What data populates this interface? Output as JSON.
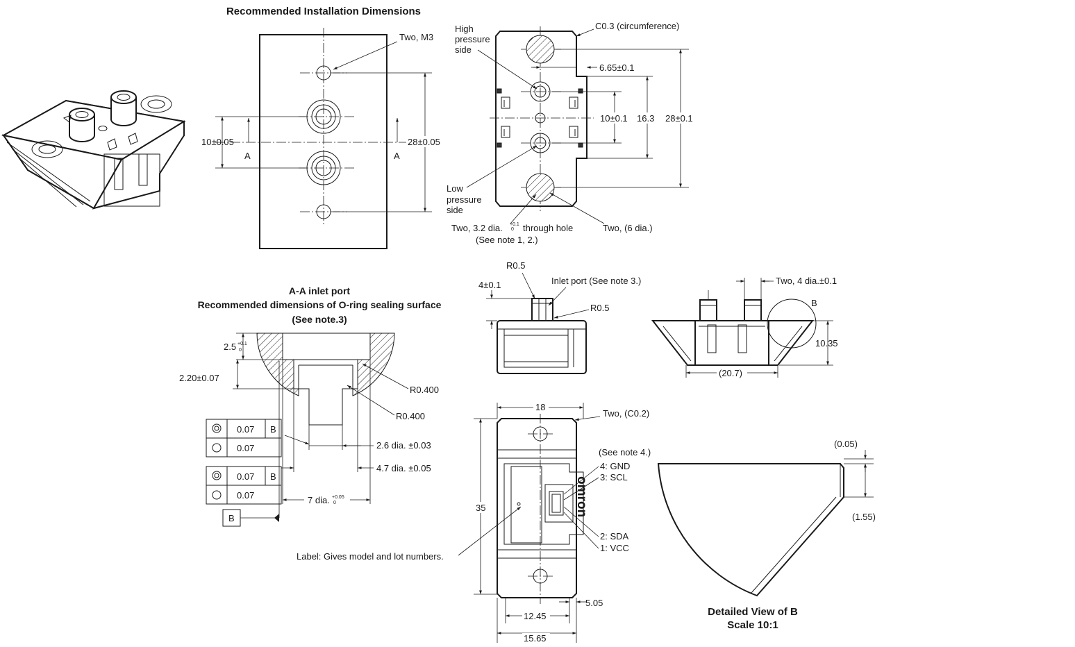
{
  "titles": {
    "installation": "Recommended Installation Dimensions",
    "section_line1": "A-A inlet port",
    "section_line2": "Recommended dimensions of O-ring sealing surface",
    "section_line3": "(See note.3)",
    "detail_line1": "Detailed View of B",
    "detail_line2": "Scale 10:1"
  },
  "installation": {
    "two_m3": "Two, M3",
    "dim_10": "10±0.05",
    "dim_28": "28±0.05",
    "section_mark": "A"
  },
  "top_view": {
    "chamfer": "C0.3 (circumference)",
    "high_pressure": [
      "High",
      "pressure",
      "side"
    ],
    "low_pressure": [
      "Low",
      "pressure",
      "side"
    ],
    "dim_665": "6.65±0.1",
    "dim_10": "10±0.1",
    "dim_163": "16.3",
    "dim_28": "28±0.1",
    "hole_note_a": "Two, 3.2 dia.",
    "hole_tol_upper": "+0.1",
    "hole_tol_lower": "0",
    "hole_note_b": "through hole",
    "hole_note_c": "(See note 1, 2.)",
    "six_dia": "Two, (6 dia.)"
  },
  "section": {
    "dim_25": "2.5",
    "dim_25_tol_upper": "+0.1",
    "dim_25_tol_lower": "0",
    "dim_220": "2.20±0.07",
    "radius_1": "R0.400",
    "radius_2": "R0.400",
    "dia_26": "2.6 dia. ±0.03",
    "dia_47": "4.7 dia. ±0.05",
    "dia_7": "7 dia.",
    "dia_7_tol_upper": "+0.05",
    "dia_7_tol_lower": "0",
    "datum": "B",
    "tolerance_frames": [
      {
        "rows": [
          {
            "symbol": "concentricity",
            "value": "0.07",
            "datum": "B"
          },
          {
            "symbol": "circularity",
            "value": "0.07",
            "datum": ""
          }
        ]
      },
      {
        "rows": [
          {
            "symbol": "concentricity",
            "value": "0.07",
            "datum": "B"
          },
          {
            "symbol": "circularity",
            "value": "0.07",
            "datum": ""
          }
        ]
      }
    ]
  },
  "side_view": {
    "r05_top": "R0.5",
    "dim_4": "4±0.1",
    "inlet_port": "Inlet port (See note 3.)",
    "r05_side": "R0.5"
  },
  "front_view": {
    "two_4_dia": "Two, 4 dia.±0.1",
    "detail_mark": "B",
    "dim_1035": "10.35",
    "dim_207": "(20.7)"
  },
  "bottom_view": {
    "dim_18": "18",
    "chamfer": "Two, (C0.2)",
    "note4": "(See note 4.)",
    "pins": [
      "4: GND",
      "3: SCL",
      "2: SDA",
      "1: VCC"
    ],
    "dim_35": "35",
    "label_note": "Label: Gives model and lot numbers.",
    "brand": "omron",
    "dim_505": "5.05",
    "dim_1245": "12.45",
    "dim_1565": "15.65"
  },
  "detail": {
    "dim_005": "(0.05)",
    "dim_155": "(1.55)"
  }
}
